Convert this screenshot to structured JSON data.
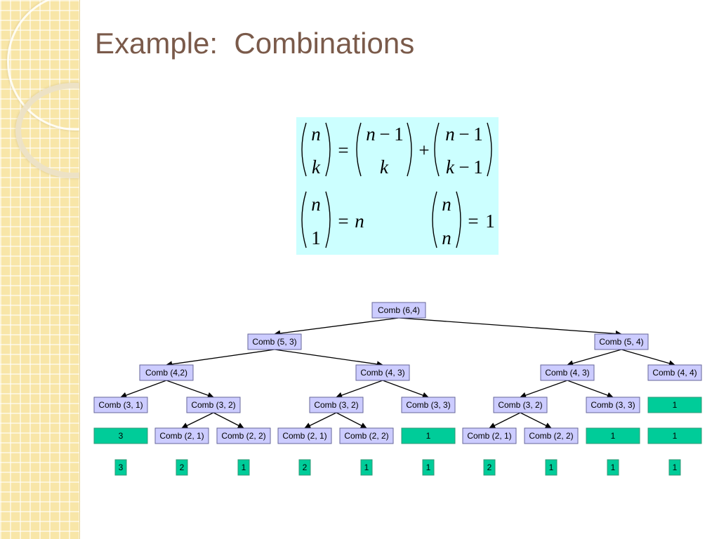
{
  "slide": {
    "title": "Example:  Combinations"
  },
  "formula": {
    "recurrence": {
      "lhs_top": "n",
      "lhs_bottom": "k",
      "eq": "=",
      "t1_top_var": "n",
      "t1_top_op": "−",
      "t1_top_num": "1",
      "t1_bottom": "k",
      "plus": "+",
      "t2_top_var": "n",
      "t2_top_op": "−",
      "t2_top_num": "1",
      "t2_bottom_var": "k",
      "t2_bottom_op": "−",
      "t2_bottom_num": "1"
    },
    "base1": {
      "top": "n",
      "bottom": "1",
      "eq": "=",
      "rhs": "n"
    },
    "base2": {
      "top": "n",
      "bottom": "n",
      "eq": "=",
      "rhs": "1"
    }
  },
  "tree": {
    "nodes": [
      {
        "id": "r",
        "label": "Comb (6,4)",
        "kind": "call"
      },
      {
        "id": "a",
        "label": "Comb (5, 3)",
        "kind": "call"
      },
      {
        "id": "b",
        "label": "Comb (5, 4)",
        "kind": "call"
      },
      {
        "id": "c",
        "label": "Comb (4,2)",
        "kind": "call"
      },
      {
        "id": "d",
        "label": "Comb (4, 3)",
        "kind": "call"
      },
      {
        "id": "e",
        "label": "Comb (4, 3)",
        "kind": "call"
      },
      {
        "id": "f",
        "label": "Comb (4, 4)",
        "kind": "call"
      },
      {
        "id": "g",
        "label": "Comb (3, 1)",
        "kind": "call"
      },
      {
        "id": "h",
        "label": "Comb (3, 2)",
        "kind": "call"
      },
      {
        "id": "i",
        "label": "Comb (3, 2)",
        "kind": "call"
      },
      {
        "id": "j",
        "label": "Comb (3, 3)",
        "kind": "call"
      },
      {
        "id": "k",
        "label": "Comb (3, 2)",
        "kind": "call"
      },
      {
        "id": "l",
        "label": "Comb (3, 3)",
        "kind": "call"
      },
      {
        "id": "m",
        "label": "1",
        "kind": "result"
      },
      {
        "id": "n1",
        "label": "3",
        "kind": "result"
      },
      {
        "id": "o",
        "label": "Comb (2, 1)",
        "kind": "call"
      },
      {
        "id": "p",
        "label": "Comb (2, 2)",
        "kind": "call"
      },
      {
        "id": "q",
        "label": "Comb (2, 1)",
        "kind": "call"
      },
      {
        "id": "s",
        "label": "Comb (2, 2)",
        "kind": "call"
      },
      {
        "id": "t",
        "label": "1",
        "kind": "result"
      },
      {
        "id": "u",
        "label": "Comb (2, 1)",
        "kind": "call"
      },
      {
        "id": "v",
        "label": "Comb (2, 2)",
        "kind": "call"
      },
      {
        "id": "w",
        "label": "1",
        "kind": "result"
      },
      {
        "id": "x",
        "label": "1",
        "kind": "result"
      }
    ],
    "edges": [
      [
        "r",
        "a"
      ],
      [
        "r",
        "b"
      ],
      [
        "a",
        "c"
      ],
      [
        "a",
        "d"
      ],
      [
        "b",
        "e"
      ],
      [
        "b",
        "f"
      ],
      [
        "c",
        "g"
      ],
      [
        "c",
        "h"
      ],
      [
        "d",
        "i"
      ],
      [
        "d",
        "j"
      ],
      [
        "e",
        "k"
      ],
      [
        "e",
        "l"
      ],
      [
        "h",
        "o"
      ],
      [
        "h",
        "p"
      ],
      [
        "i",
        "q"
      ],
      [
        "i",
        "s"
      ],
      [
        "k",
        "u"
      ],
      [
        "k",
        "v"
      ]
    ],
    "results": [
      "3",
      "2",
      "1",
      "2",
      "1",
      "1",
      "2",
      "1",
      "1",
      "1"
    ]
  }
}
